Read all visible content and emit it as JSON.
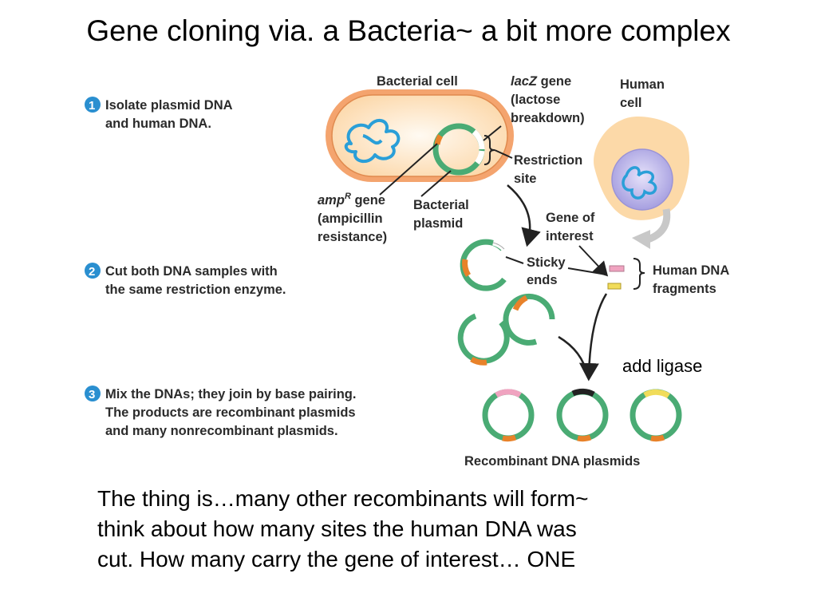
{
  "title": "Gene cloning via. a Bacteria~ a bit more complex",
  "steps": [
    {
      "num": "1",
      "lines": [
        "Isolate plasmid DNA",
        "and human DNA."
      ]
    },
    {
      "num": "2",
      "lines": [
        "Cut both DNA samples with",
        "the same restriction enzyme."
      ]
    },
    {
      "num": "3",
      "lines": [
        "Mix the DNAs; they join by base pairing.",
        "The products are recombinant plasmids",
        "and many nonrecombinant plasmids."
      ]
    }
  ],
  "labels": {
    "bacterial_cell": "Bacterial cell",
    "lacz_line1_italic": "lacZ",
    "lacz_line1_rest": " gene",
    "lacz_line2": "(lactose",
    "lacz_line3": "breakdown)",
    "human_cell_1": "Human",
    "human_cell_2": "cell",
    "restriction_1": "Restriction",
    "restriction_2": "site",
    "ampr_italic": "amp",
    "ampr_sup": "R",
    "ampr_rest": " gene",
    "ampr_2": "(ampicillin",
    "ampr_3": "resistance)",
    "bact_plasmid_1": "Bacterial",
    "bact_plasmid_2": "plasmid",
    "gene_interest_1": "Gene of",
    "gene_interest_2": "interest",
    "sticky_1": "Sticky",
    "sticky_2": "ends",
    "human_dna_1": "Human DNA",
    "human_dna_2": "fragments",
    "add_ligase": "add ligase",
    "recombinant": "Recombinant DNA plasmids"
  },
  "caption": [
    "The thing is…many other recombinants will form~",
    "think about how many sites the human DNA was",
    "cut.  How many carry the gene of interest… ONE"
  ],
  "colors": {
    "step_badge": "#2a8fd0",
    "plasmid_green": "#4aab74",
    "amp_orange": "#e8822a",
    "cell_wall": "#f4a46e",
    "cell_fill": "#fde3c8",
    "human_cell": "#fcd9a8",
    "nucleus": "#b9b4e6",
    "dna_blue": "#2a9fd8",
    "pink_fragment": "#f0a3c0",
    "yellow_fragment": "#f1dc5a"
  }
}
